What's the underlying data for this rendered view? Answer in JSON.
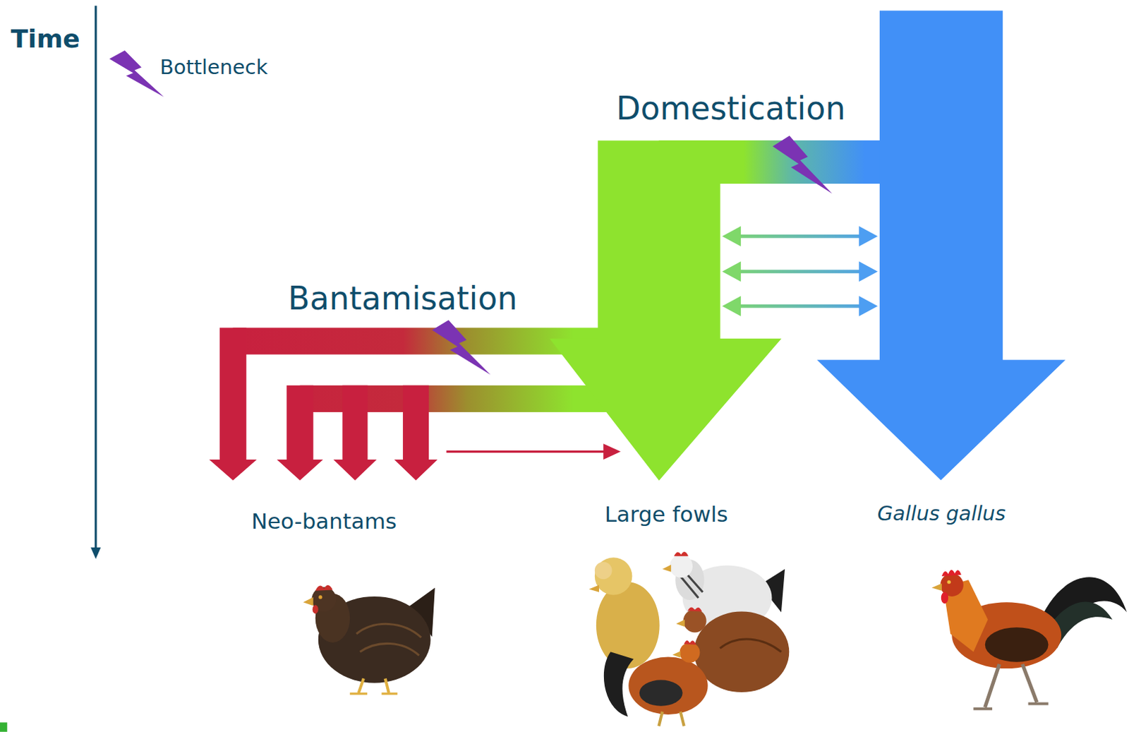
{
  "diagram": {
    "nodes": [
      {
        "text": [
          "Neo-bantams"
        ]
      },
      {
        "text": [
          "Large fowls"
        ]
      },
      {
        "text": [
          "Gallus gallus"
        ]
      }
    ],
    "edges": [
      {
        "from": 2,
        "to": 1,
        "label": "Domestication",
        "arrow": "to"
      },
      {
        "from": 1,
        "to": 2,
        "arrow": "both"
      },
      {
        "from": 1,
        "to": 2,
        "arrow": "both"
      },
      {
        "from": 1,
        "to": 2,
        "arrow": "both"
      },
      {
        "from": 1,
        "to": 0,
        "label": "Bantamisation",
        "arrow": "to"
      },
      {
        "from": 0,
        "to": 1,
        "arrow": "to"
      }
    ],
    "labels": [
      "Time"
    ],
    "legend": [
      {
        "text": "Bottleneck"
      }
    ]
  }
}
